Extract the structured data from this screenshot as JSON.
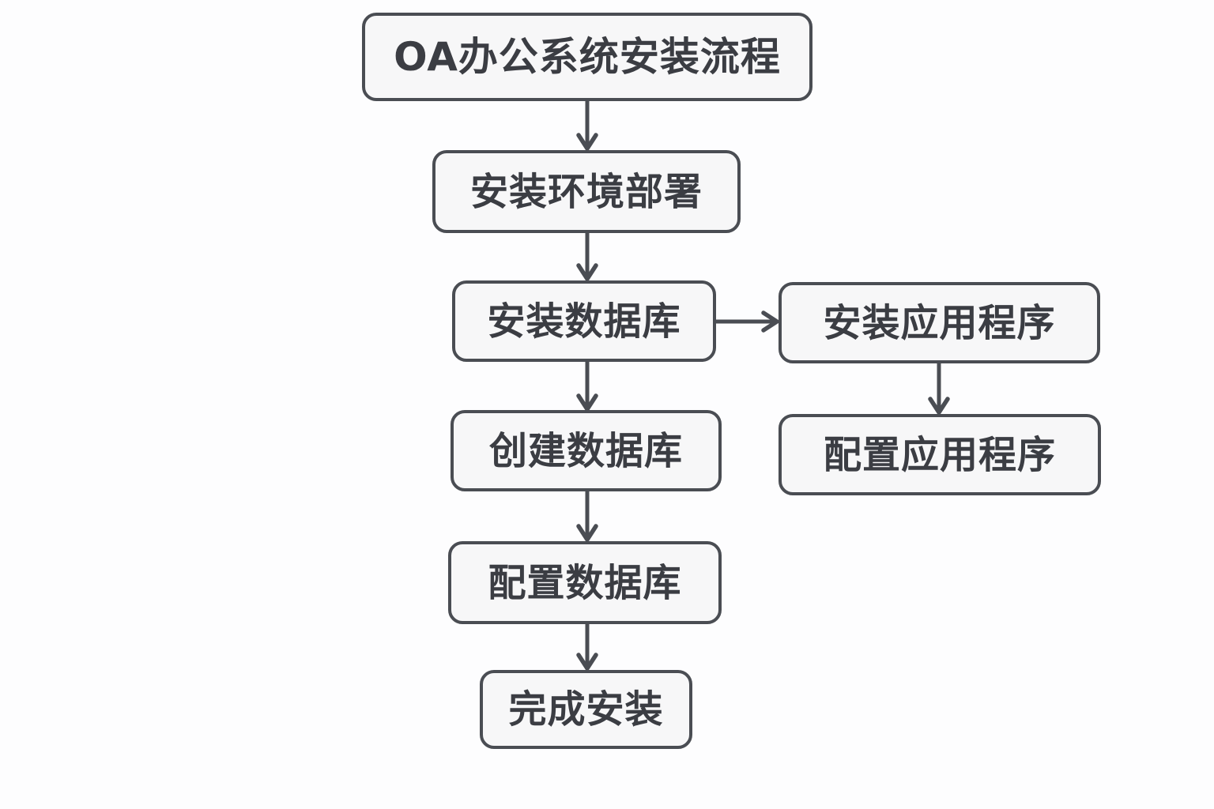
{
  "diagram": {
    "type": "flowchart",
    "title": "OA办公系统安装流程",
    "nodes": [
      {
        "id": "title",
        "label": "OA办公系统安装流程"
      },
      {
        "id": "env-deploy",
        "label": "安装环境部署"
      },
      {
        "id": "install-db",
        "label": "安装数据库"
      },
      {
        "id": "install-app",
        "label": "安装应用程序"
      },
      {
        "id": "create-db",
        "label": "创建数据库"
      },
      {
        "id": "config-app",
        "label": "配置应用程序"
      },
      {
        "id": "config-db",
        "label": "配置数据库"
      },
      {
        "id": "finish",
        "label": "完成安装"
      }
    ],
    "edges": [
      {
        "from": "OA办公系统安装流程",
        "to": "安装环境部署"
      },
      {
        "from": "安装环境部署",
        "to": "安装数据库"
      },
      {
        "from": "安装数据库",
        "to": "安装应用程序"
      },
      {
        "from": "安装数据库",
        "to": "创建数据库"
      },
      {
        "from": "安装应用程序",
        "to": "配置应用程序"
      },
      {
        "from": "创建数据库",
        "to": "配置数据库"
      },
      {
        "from": "配置数据库",
        "to": "完成安装"
      }
    ],
    "colors": {
      "node_border": "#4a4d53",
      "node_fill": "#f7f7f8",
      "text": "#3b3d43",
      "arrow": "#4a4d53",
      "background": "#fdfdfe"
    }
  }
}
